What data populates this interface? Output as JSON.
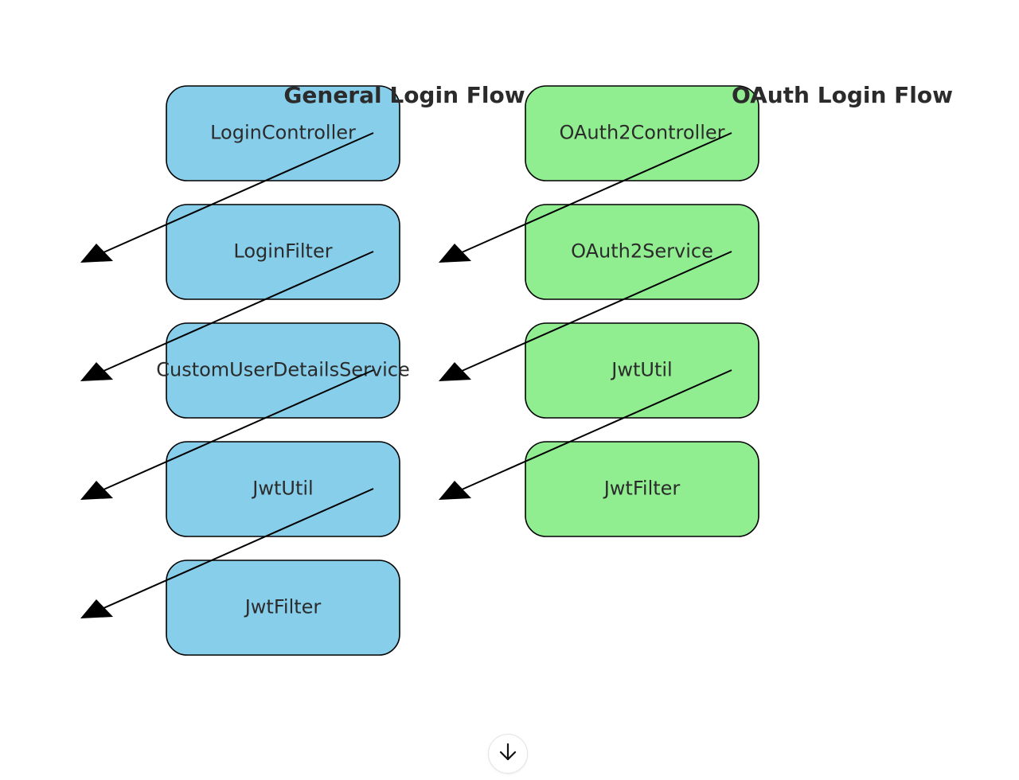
{
  "titles": {
    "general": "General Login Flow",
    "oauth": "OAuth Login Flow"
  },
  "colors": {
    "general_fill": "#87ceeb",
    "oauth_fill": "#90ee90",
    "stroke": "#000000",
    "text": "#2b2b2b"
  },
  "general_flow": [
    "LoginController",
    "LoginFilter",
    "CustomUserDetailsService",
    "JwtUtil",
    "JwtFilter"
  ],
  "oauth_flow": [
    "OAuth2Controller",
    "OAuth2Service",
    "JwtUtil",
    "JwtFilter"
  ],
  "scroll_button": {
    "icon": "arrow-down-icon"
  }
}
